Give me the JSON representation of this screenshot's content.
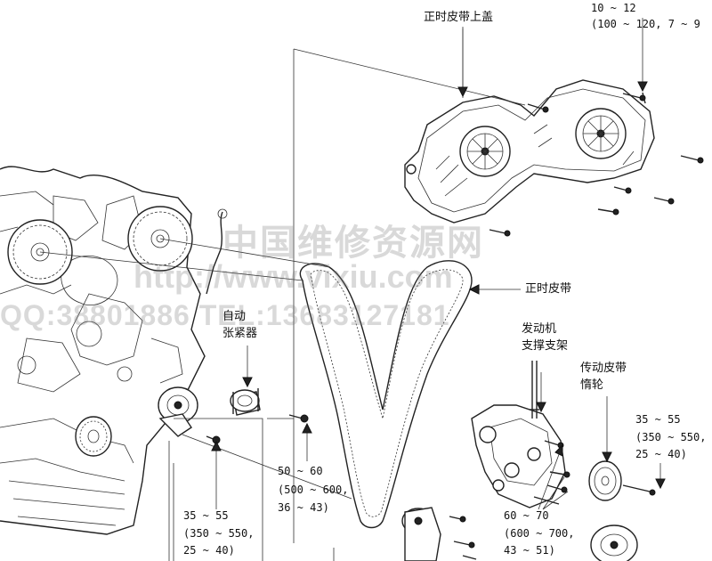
{
  "labels": {
    "upper_cover": "正时皮带上盖",
    "timing_belt": "正时皮带",
    "auto_tensioner": [
      "自动",
      "张紧器"
    ],
    "engine_bracket": [
      "发动机",
      "支撑支架"
    ],
    "idler": [
      "传动皮带",
      "惰轮"
    ]
  },
  "torque": {
    "top_right": [
      "10 ~ 12",
      "(100 ~ 120, 7 ~ 9"
    ],
    "tensioner_bolt": [
      "50 ~ 60",
      "(500 ~ 600,",
      "36 ~ 43)"
    ],
    "left_bolt": [
      "35 ~ 55",
      "(350 ~ 550,",
      "25 ~ 40)"
    ],
    "right_bolt": [
      "35 ~ 55",
      "(350 ~ 550,",
      "25 ~ 40)"
    ],
    "bracket_bolt": [
      "60 ~ 70",
      "(600 ~ 700,",
      "43 ~ 51)"
    ]
  },
  "watermark": {
    "line1": "中国维修资源网",
    "line2": "http://www.vixiu.com",
    "line3": "QQ:38801886 TEL:13683127181"
  }
}
